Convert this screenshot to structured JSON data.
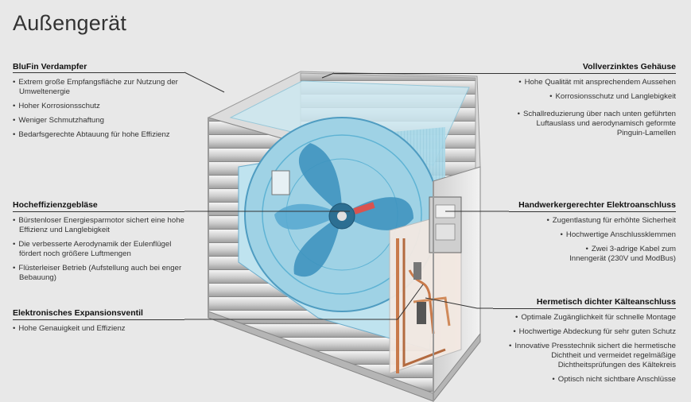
{
  "title": "Außengerät",
  "left_sections": [
    {
      "heading": "BluFin Verdampfer",
      "items": [
        "Extrem große Empfangsfläche zur Nutzung der Umweltenergie",
        "Hoher Korrosionsschutz",
        "Weniger Schmutzhaftung",
        "Bedarfsgerechte Abtauung für hohe Effizienz"
      ]
    },
    {
      "heading": "Hocheffizienzgebläse",
      "items": [
        "Bürstenloser Energiesparmotor sichert eine hohe Effizienz und Langlebigkeit",
        "Die verbesserte Aerodynamik der Eulenflügel fördert noch größere Luftmengen",
        "Flüsterleiser Betrieb (Aufstellung auch bei enger Bebauung)"
      ]
    },
    {
      "heading": "Elektronisches Expansionsventil",
      "items": [
        "Hohe Genauigkeit und Effizienz"
      ]
    }
  ],
  "right_sections": [
    {
      "heading": "Vollverzinktes Gehäuse",
      "items": [
        "Hohe Qualität mit ansprechendem Aussehen",
        "Korrosionsschutz und Langlebigkeit",
        "Schallreduzierung über nach unten geführten Luftauslass und aerodynamisch geformte Pinguin-Lamellen"
      ]
    },
    {
      "heading": "Handwerkergerechter Elektroanschluss",
      "items": [
        "Zugentlastung für erhöhte Sicherheit",
        "Hochwertige Anschlussklemmen",
        "Zwei 3-adrige Kabel zum Innengerät (230V und ModBus)"
      ]
    },
    {
      "heading": "Hermetisch dichter Kälteanschluss",
      "items": [
        "Optimale Zugänglichkeit für schnelle Montage",
        "Hochwertige Abdeckung für sehr guten Schutz",
        "Innovative Presstechnik sichert die hermetische Dichtheit und vermeidet regelmäßige Dichtheitsprüfungen des Kältekreis",
        "Optisch nicht sichtbare Anschlüsse"
      ]
    }
  ],
  "colors": {
    "background": "#e8e8e8",
    "coil": "#a9d8e8",
    "fan": "#5fb3d4",
    "copper": "#c8794a"
  }
}
